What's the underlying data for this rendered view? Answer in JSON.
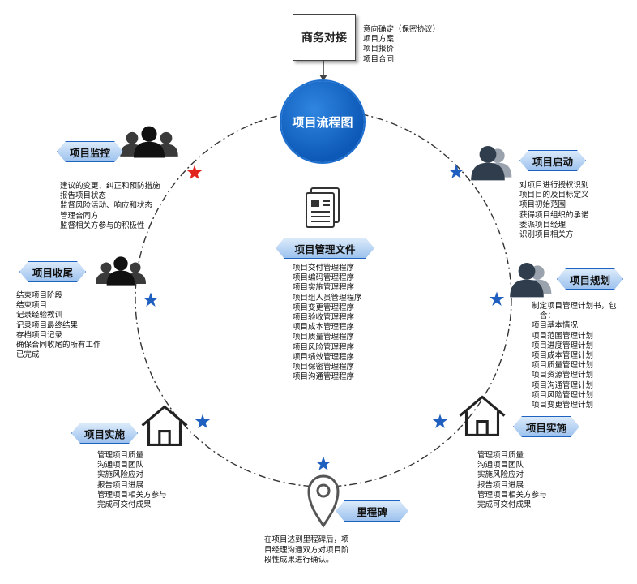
{
  "top": {
    "box_label": "商务对接",
    "notes": [
      "意向确定（保密协议）",
      "项目方案",
      "项目报价",
      "项目合同"
    ]
  },
  "center": {
    "title": "项目流程图"
  },
  "docs": {
    "label": "项目管理文件",
    "items": [
      "项目交付管理程序",
      "项目编码管理程序",
      "项目实施管理程序",
      "项目组人员管理程序",
      "项目变更管理程序",
      "项目验收管理程序",
      "项目成本管理程序",
      "项目质量管理程序",
      "项目风险管理程序",
      "项目绩效管理程序",
      "项目保密管理程序",
      "项目沟通管理程序"
    ]
  },
  "stages": {
    "monitor": {
      "label": "项目监控",
      "items": [
        "建议的变更、纠正和预防措施",
        "报告项目状态",
        "监督风险活动、响应和状态",
        "管理合同方",
        "监督相关方参与的积极性"
      ]
    },
    "start": {
      "label": "项目启动",
      "items": [
        "对项目进行授权识别",
        "项目目的及目标定义",
        "项目初始范围",
        "获得项目组织的承诺",
        "委派项目经理",
        "识别项目相关方"
      ]
    },
    "close": {
      "label": "项目收尾",
      "items": [
        "结束项目阶段",
        "结束项目",
        "记录经验教训",
        "记录项目最终结果",
        "存档项目记录",
        "确保合同收尾的所有工作",
        "已完成"
      ]
    },
    "plan": {
      "label": "项目规划",
      "items": [
        "制定项目管理计划书，包",
        "含：",
        "项目基本情况",
        "项目范围管理计划",
        "项目进度管理计划",
        "项目成本管理计划",
        "项目质量管理计划",
        "项目资源管理计划",
        "项目沟通管理计划",
        "项目风险管理计划",
        "项目变更管理计划"
      ]
    },
    "exec_left": {
      "label": "项目实施",
      "items": [
        "管理项目质量",
        "沟通项目团队",
        "实施风险应对",
        "报告项目进展",
        "管理项目相关方参与",
        "完成可交付成果"
      ]
    },
    "exec_right": {
      "label": "项目实施",
      "items": [
        "管理项目质量",
        "沟通项目团队",
        "实施风险应对",
        "报告项目进展",
        "管理项目相关方参与",
        "完成可交付成果"
      ]
    },
    "milestone": {
      "label": "里程碑",
      "text": "在项目达到里程碑后，项\n目经理沟通双方对项目阶\n段性成果进行确认。"
    }
  },
  "colors": {
    "tag_border": "#1f63c0",
    "star_blue": "#1f5fbf",
    "star_red": "#e2231a",
    "center_blue": "#0d59b8"
  },
  "icons": [
    "people-group-icon",
    "person-icon",
    "document-icon",
    "house-icon",
    "location-pin-icon",
    "star-icon"
  ]
}
